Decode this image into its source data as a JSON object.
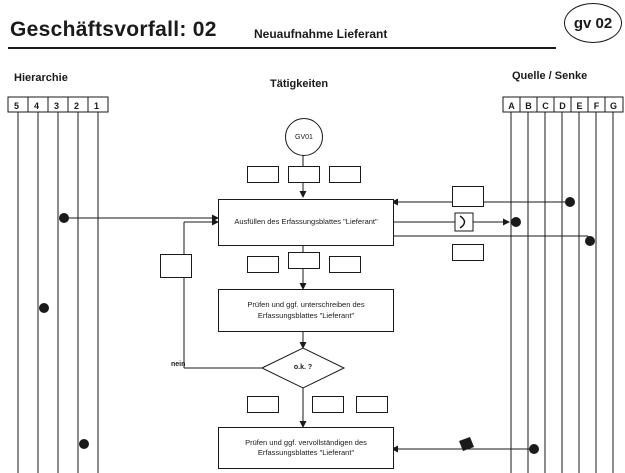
{
  "header": {
    "title": "Geschäftsvorfall: 02",
    "subtitle": "Neuaufnahme Lieferant",
    "badge": "gv 02"
  },
  "sections": {
    "hierarchy": "Hierarchie",
    "activities": "Tätigkeiten",
    "source_sink": "Quelle / Senke"
  },
  "hierarchy_columns": [
    "5",
    "4",
    "3",
    "2",
    "1"
  ],
  "source_columns": [
    "A",
    "B",
    "C",
    "D",
    "E",
    "F",
    "G"
  ],
  "flow": {
    "start": "GV01",
    "step1": "Ausfüllen des Erfassungsblattes \"Lieferant\"",
    "step2": "Prüfen und ggf. unterschreiben des Erfassungsblattes \"Lieferant\"",
    "decision": "o.k. ?",
    "step3": "Prüfen und ggf. vervollständigen des Erfassungsblattes \"Lieferant\"",
    "no_label": "nein"
  }
}
